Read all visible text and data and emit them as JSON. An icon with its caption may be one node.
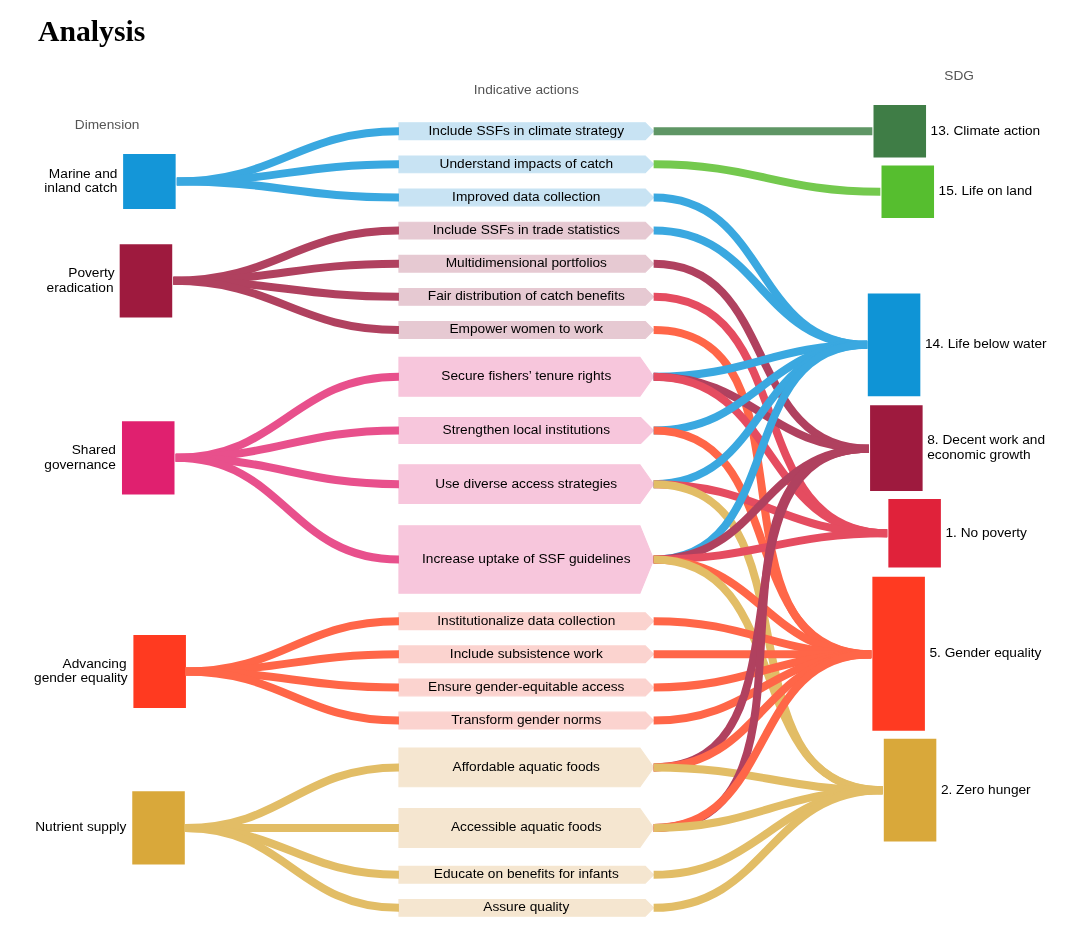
{
  "diagram": {
    "title": "Analysis",
    "nodes": [
      {
        "text": [
          "Marine and inland catch"
        ]
      },
      {
        "text": [
          "Poverty eradication"
        ]
      },
      {
        "text": [
          "Shared governance"
        ]
      },
      {
        "text": [
          "Advancing gender equality"
        ]
      },
      {
        "text": [
          "Nutrient supply"
        ]
      },
      {
        "text": [
          "Include SSFs in climate strategy"
        ]
      },
      {
        "text": [
          "Understand impacts of catch"
        ]
      },
      {
        "text": [
          "Improved data collection"
        ]
      },
      {
        "text": [
          "Include SSFs in trade statistics"
        ]
      },
      {
        "text": [
          "Multidimensional portfolios"
        ]
      },
      {
        "text": [
          "Fair distribution of catch benefits"
        ]
      },
      {
        "text": [
          "Empower women to work"
        ]
      },
      {
        "text": [
          "Secure fishers’ tenure rights"
        ]
      },
      {
        "text": [
          "Strengthen local institutions"
        ]
      },
      {
        "text": [
          "Use diverse access strategies"
        ]
      },
      {
        "text": [
          "Increase uptake of SSF guidelines"
        ]
      },
      {
        "text": [
          "Institutionalize data collection"
        ]
      },
      {
        "text": [
          "Include subsistence work"
        ]
      },
      {
        "text": [
          "Ensure gender-equitable access"
        ]
      },
      {
        "text": [
          "Transform gender norms"
        ]
      },
      {
        "text": [
          "Affordable aquatic foods"
        ]
      },
      {
        "text": [
          "Accessible aquatic foods"
        ]
      },
      {
        "text": [
          "Educate on benefits for infants"
        ]
      },
      {
        "text": [
          "Assure quality"
        ]
      },
      {
        "text": [
          "13. Climate action"
        ]
      },
      {
        "text": [
          "15. Life on land"
        ]
      },
      {
        "text": [
          "14. Life below water"
        ]
      },
      {
        "text": [
          "8. Decent work and economic growth"
        ]
      },
      {
        "text": [
          "1. No poverty"
        ]
      },
      {
        "text": [
          "5. Gender equality"
        ]
      },
      {
        "text": [
          "2. Zero hunger"
        ]
      }
    ],
    "edges": [
      {
        "from": 0,
        "to": 5,
        "arrow": "none",
        "color": "#3aa8e0"
      },
      {
        "from": 0,
        "to": 6,
        "arrow": "none",
        "color": "#3aa8e0"
      },
      {
        "from": 0,
        "to": 7,
        "arrow": "none",
        "color": "#3aa8e0"
      },
      {
        "from": 1,
        "to": 8,
        "arrow": "none",
        "color": "#b0415f"
      },
      {
        "from": 1,
        "to": 9,
        "arrow": "none",
        "color": "#b0415f"
      },
      {
        "from": 1,
        "to": 10,
        "arrow": "none",
        "color": "#b0415f"
      },
      {
        "from": 1,
        "to": 11,
        "arrow": "none",
        "color": "#b0415f"
      },
      {
        "from": 2,
        "to": 12,
        "arrow": "none",
        "color": "#e8508c"
      },
      {
        "from": 2,
        "to": 13,
        "arrow": "none",
        "color": "#e8508c"
      },
      {
        "from": 2,
        "to": 14,
        "arrow": "none",
        "color": "#e8508c"
      },
      {
        "from": 2,
        "to": 15,
        "arrow": "none",
        "color": "#e8508c"
      },
      {
        "from": 3,
        "to": 16,
        "arrow": "none",
        "color": "#ff6648"
      },
      {
        "from": 3,
        "to": 17,
        "arrow": "none",
        "color": "#ff6648"
      },
      {
        "from": 3,
        "to": 18,
        "arrow": "none",
        "color": "#ff6648"
      },
      {
        "from": 3,
        "to": 19,
        "arrow": "none",
        "color": "#ff6648"
      },
      {
        "from": 4,
        "to": 20,
        "arrow": "none",
        "color": "#e2bd66"
      },
      {
        "from": 4,
        "to": 21,
        "arrow": "none",
        "color": "#e2bd66"
      },
      {
        "from": 4,
        "to": 22,
        "arrow": "none",
        "color": "#e2bd66"
      },
      {
        "from": 4,
        "to": 23,
        "arrow": "none",
        "color": "#e2bd66"
      },
      {
        "from": 5,
        "to": 24,
        "arrow": "none",
        "color": "#5f9665"
      },
      {
        "from": 6,
        "to": 25,
        "arrow": "none",
        "color": "#74c94e"
      },
      {
        "from": 7,
        "to": 26,
        "arrow": "none",
        "color": "#3aa8e0"
      },
      {
        "from": 8,
        "to": 26,
        "arrow": "none",
        "color": "#3aa8e0"
      },
      {
        "from": 9,
        "to": 27,
        "arrow": "none",
        "color": "#b0415f"
      },
      {
        "from": 10,
        "to": 28,
        "arrow": "none",
        "color": "#e54c60"
      },
      {
        "from": 11,
        "to": 29,
        "arrow": "none",
        "color": "#ff6648"
      },
      {
        "from": 12,
        "to": 26,
        "arrow": "none",
        "color": "#3aa8e0"
      },
      {
        "from": 12,
        "to": 27,
        "arrow": "none",
        "color": "#b0415f"
      },
      {
        "from": 12,
        "to": 28,
        "arrow": "none",
        "color": "#e54c60"
      },
      {
        "from": 13,
        "to": 26,
        "arrow": "none",
        "color": "#3aa8e0"
      },
      {
        "from": 13,
        "to": 29,
        "arrow": "none",
        "color": "#ff6648"
      },
      {
        "from": 14,
        "to": 26,
        "arrow": "none",
        "color": "#3aa8e0"
      },
      {
        "from": 14,
        "to": 28,
        "arrow": "none",
        "color": "#e54c60"
      },
      {
        "from": 14,
        "to": 30,
        "arrow": "none",
        "color": "#e2bd66"
      },
      {
        "from": 15,
        "to": 26,
        "arrow": "none",
        "color": "#3aa8e0"
      },
      {
        "from": 15,
        "to": 27,
        "arrow": "none",
        "color": "#b0415f"
      },
      {
        "from": 15,
        "to": 28,
        "arrow": "none",
        "color": "#e54c60"
      },
      {
        "from": 15,
        "to": 29,
        "arrow": "none",
        "color": "#ff6648"
      },
      {
        "from": 15,
        "to": 30,
        "arrow": "none",
        "color": "#e2bd66"
      },
      {
        "from": 16,
        "to": 29,
        "arrow": "none",
        "color": "#ff6648"
      },
      {
        "from": 17,
        "to": 29,
        "arrow": "none",
        "color": "#ff6648"
      },
      {
        "from": 18,
        "to": 29,
        "arrow": "none",
        "color": "#ff6648"
      },
      {
        "from": 19,
        "to": 29,
        "arrow": "none",
        "color": "#ff6648"
      },
      {
        "from": 20,
        "to": 27,
        "arrow": "none",
        "color": "#b0415f"
      },
      {
        "from": 20,
        "to": 29,
        "arrow": "none",
        "color": "#ff6648"
      },
      {
        "from": 20,
        "to": 30,
        "arrow": "none",
        "color": "#e2bd66"
      },
      {
        "from": 21,
        "to": 27,
        "arrow": "none",
        "color": "#b0415f"
      },
      {
        "from": 21,
        "to": 29,
        "arrow": "none",
        "color": "#ff6648"
      },
      {
        "from": 21,
        "to": 30,
        "arrow": "none",
        "color": "#e2bd66"
      },
      {
        "from": 22,
        "to": 30,
        "arrow": "none",
        "color": "#e2bd66"
      },
      {
        "from": 23,
        "to": 30,
        "arrow": "none",
        "color": "#e2bd66"
      }
    ],
    "labels": [
      "Dimension",
      "Indicative actions",
      "SDG"
    ]
  }
}
